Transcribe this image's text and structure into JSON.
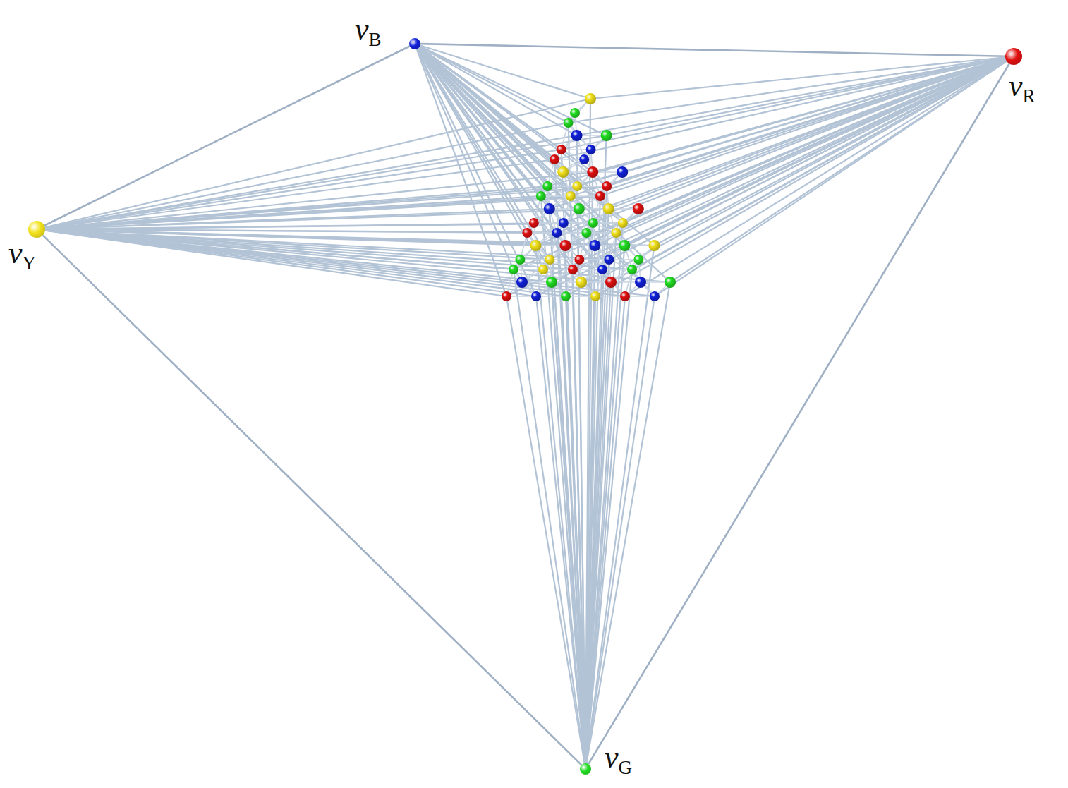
{
  "diagram": {
    "nodes": [
      {
        "text": [
          "vB"
        ]
      },
      {
        "text": [
          "vR"
        ]
      },
      {
        "text": [
          "vY"
        ]
      },
      {
        "text": [
          "vG"
        ]
      }
    ],
    "edges": [
      {
        "from": 0,
        "to": 1,
        "arrow": "none"
      },
      {
        "from": 0,
        "to": 2,
        "arrow": "none"
      },
      {
        "from": 2,
        "to": 3,
        "arrow": "none"
      },
      {
        "from": 1,
        "to": 3,
        "arrow": "none"
      }
    ]
  }
}
